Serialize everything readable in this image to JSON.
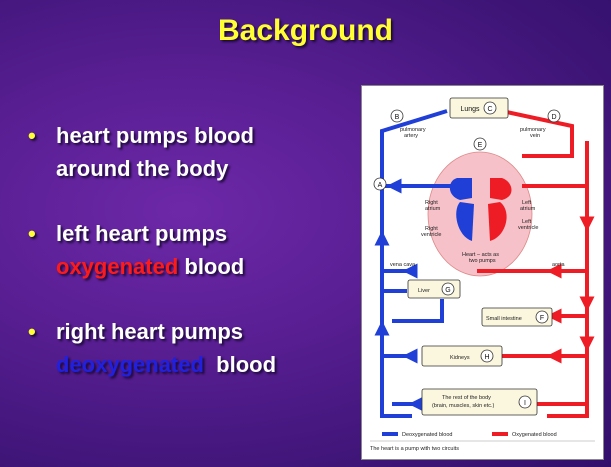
{
  "slide": {
    "title": "Background",
    "bullets": [
      {
        "line1": "heart pumps blood",
        "line2": "around the body"
      },
      {
        "line1": "left heart pumps",
        "line2_colored": "oxygenated",
        "line2_rest": " blood"
      },
      {
        "line1": "right heart pumps",
        "line2_colored": "deoxygenated",
        "line2_rest": "  blood"
      }
    ],
    "colors": {
      "title": "#ffff33",
      "oxygenated": "#ff1a1a",
      "deoxygenated": "#2020e0",
      "background": "#5a1f94"
    }
  },
  "figure": {
    "lungs": "Lungs",
    "letter_b": "B",
    "letter_c": "C",
    "letter_d": "D",
    "letter_e": "E",
    "letter_a": "A",
    "letter_g": "G",
    "letter_f": "F",
    "letter_h": "H",
    "letter_i": "I",
    "pulmonary_artery_1": "pulmonary",
    "pulmonary_artery_2": "artery",
    "pulmonary_vein_1": "pulmonary",
    "pulmonary_vein_2": "vein",
    "right_atrium_1": "Right",
    "right_atrium_2": "atrium",
    "right_ventricle_1": "Right",
    "right_ventricle_2": "ventricle",
    "left_atrium_1": "Left",
    "left_atrium_2": "atrium",
    "left_ventricle_1": "Left",
    "left_ventricle_2": "ventricle",
    "heart_1": "Heart – acts as",
    "heart_2": "two pumps",
    "vena_cava": "vena cava",
    "aorta": "aorta",
    "liver": "Liver",
    "small_intestine": "Small intestine",
    "kidneys": "Kidneys",
    "rest_1": "The rest of the body",
    "rest_2": "(brain, muscles, skin etc.)",
    "legend_deoxy": "Deoxygenated blood",
    "legend_oxy": "Oxygenated blood",
    "caption": "The heart is a pump with two circuits"
  }
}
